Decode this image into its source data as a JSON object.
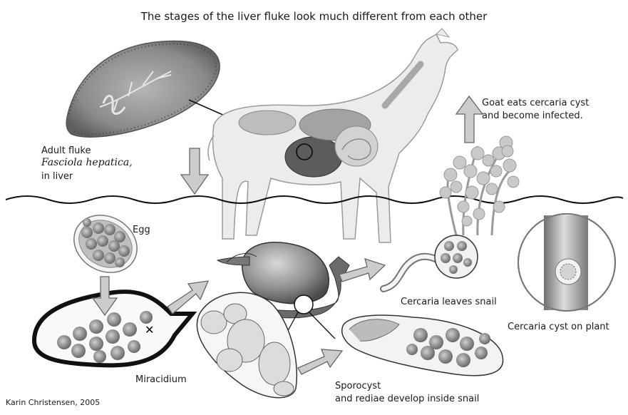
{
  "title": "The stages of the liver fluke look much different from each other",
  "labels": {
    "adult_line1": "Adult fluke",
    "adult_line2": "Fasciola hepatica,",
    "adult_line3": "in liver",
    "goat_line1": "Goat eats cercaria cyst",
    "goat_line2": "and become infected.",
    "egg": "Egg",
    "miracidium": "Miracidium",
    "cercaria_leaves": "Cercaria leaves snail",
    "cyst_on_plant": "Cercaria cyst on plant",
    "sporocyst_line1": "Sporocyst",
    "sporocyst_line2": "and rediae develop inside snail"
  },
  "credit": "Karin Christensen, 2005"
}
